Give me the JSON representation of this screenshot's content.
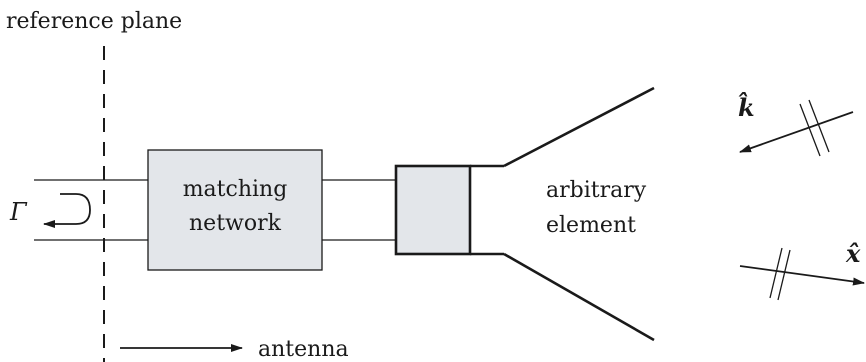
{
  "labels": {
    "reference_plane": "reference plane",
    "gamma": "Γ",
    "matching_line1": "matching",
    "matching_line2": "network",
    "element_line1": "arbitrary",
    "element_line2": "element",
    "antenna": "antenna",
    "k_hat": "k̂",
    "x_hat": "x̂"
  },
  "colors": {
    "box_fill": "#e3e6ea",
    "stroke": "#1a1a1a"
  }
}
